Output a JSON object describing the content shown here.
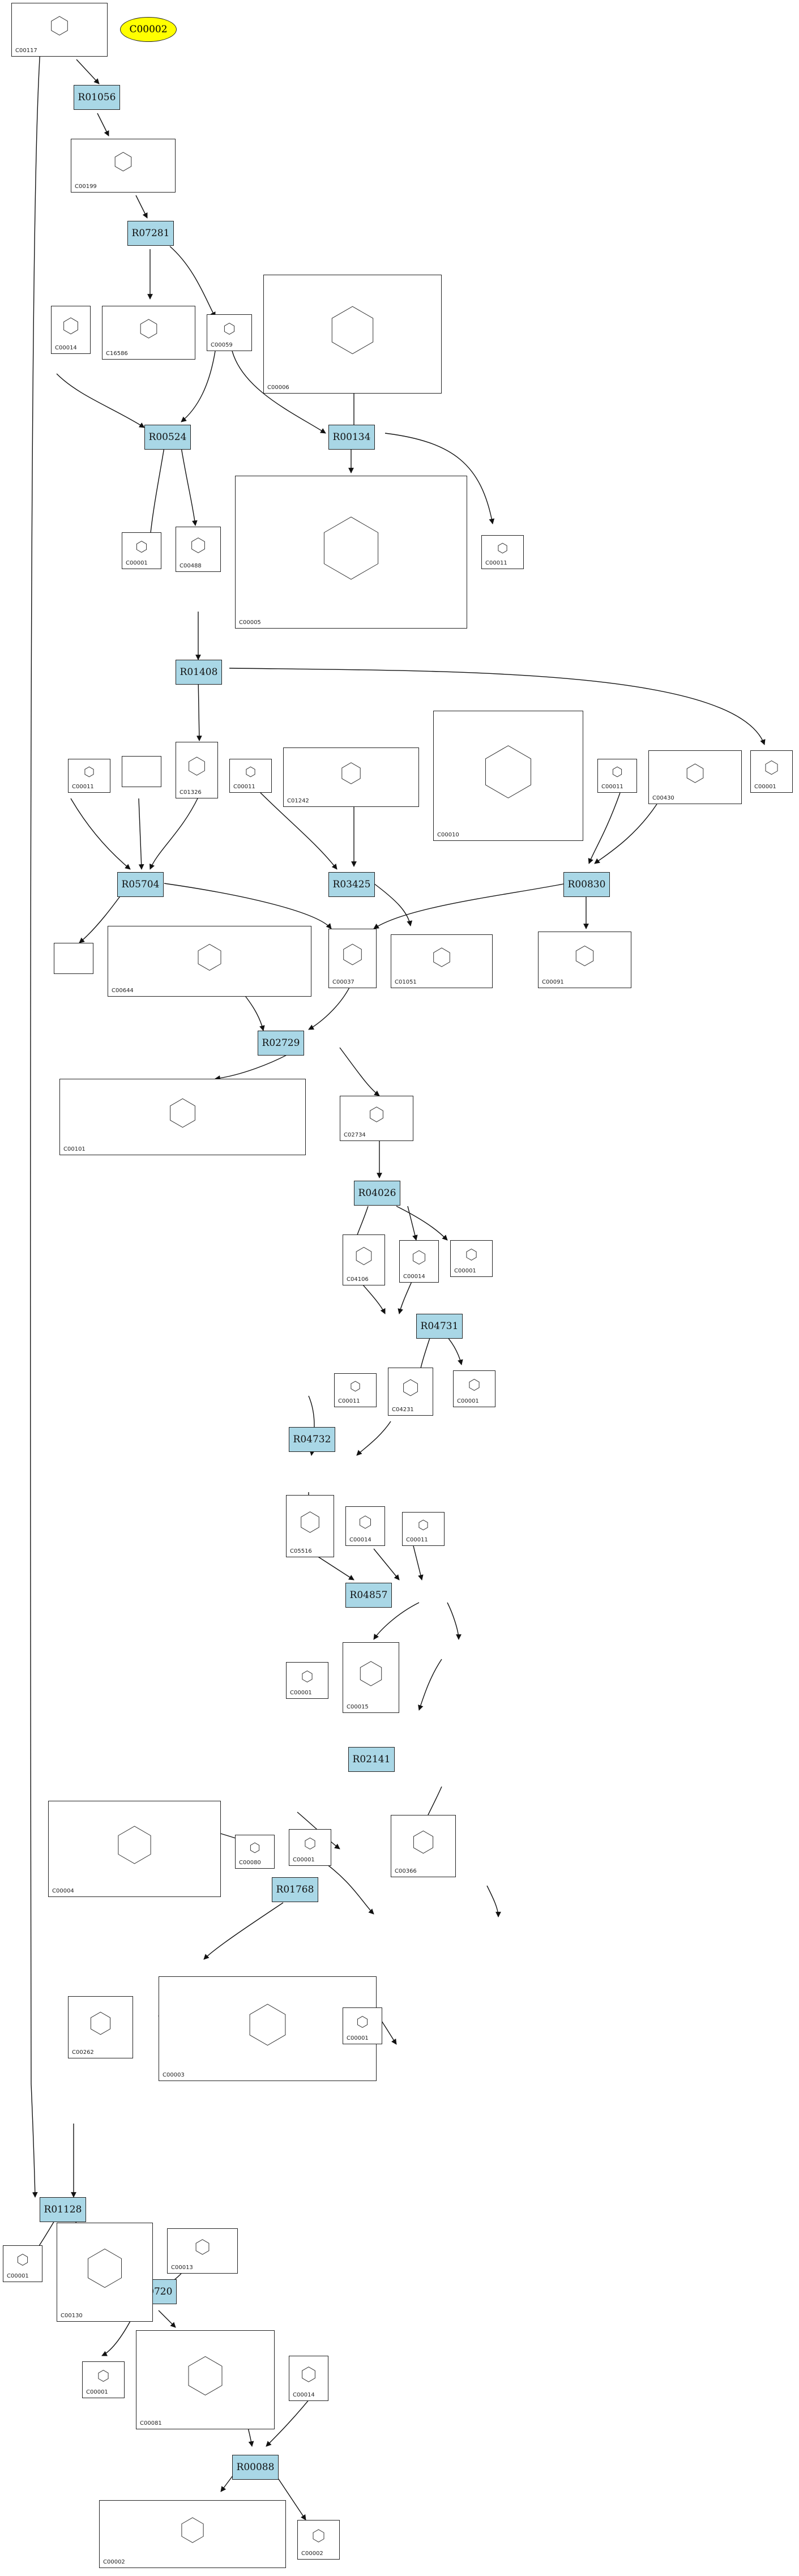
{
  "ellipse": {
    "label": "C00002"
  },
  "reactions": [
    "R01056",
    "R07281",
    "R00524",
    "R00134",
    "R01408",
    "R05704",
    "R03425",
    "R00830",
    "R02729",
    "R04026",
    "R04731",
    "R04732",
    "R04857",
    "R02141",
    "R01768",
    "R01128",
    "R00720",
    "R00088"
  ],
  "compounds": [
    "C00117",
    "C00199",
    "C00014",
    "C16586",
    "C00059",
    "C00006",
    "C00001",
    "C00488",
    "C00005",
    "C00011",
    "C00011",
    "C01326",
    "C00011",
    "C01242",
    "C00010",
    "C00011",
    "C00430",
    "C00001",
    "C00644",
    "C00037",
    "C01051",
    "C00091",
    "C00101",
    "C02734",
    "C04106",
    "C00014",
    "C00001",
    "C04231",
    "C00001",
    "C00011",
    "C05516",
    "C00014",
    "C00011",
    "C00001",
    "C00015",
    "C00001",
    "C00366",
    "C00004",
    "C00080",
    "C00262",
    "C00003",
    "C00001",
    "C00001",
    "C00130",
    "C00013",
    "C00001",
    "C00081",
    "C00014",
    "C00002",
    "C00002"
  ]
}
